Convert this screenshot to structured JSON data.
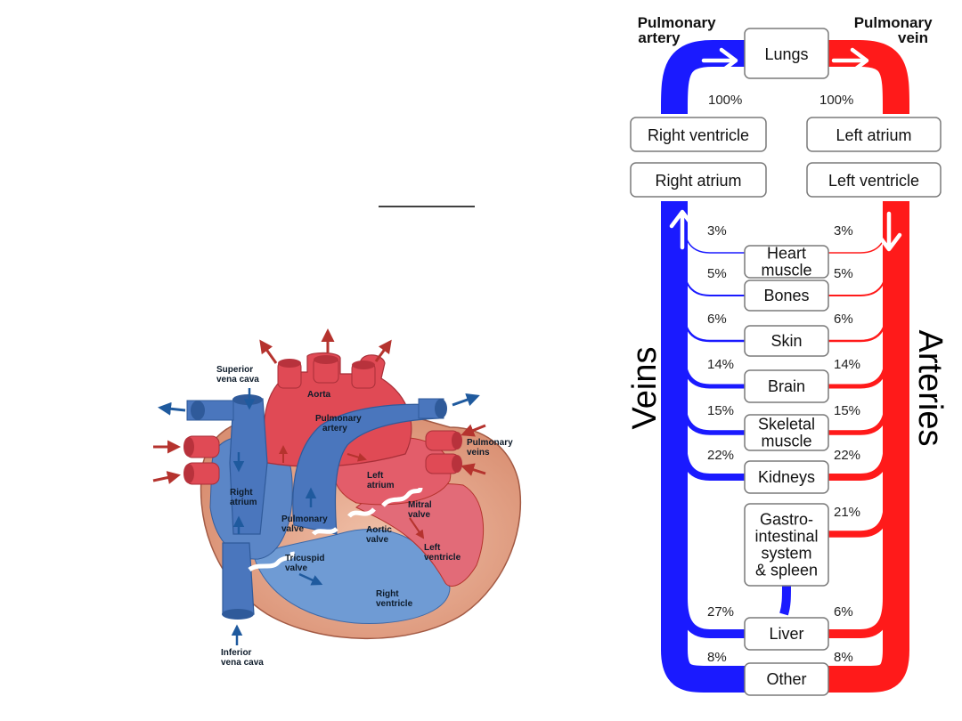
{
  "heart": {
    "labels": {
      "superior_vena_cava": [
        "Superior",
        "vena cava"
      ],
      "aorta": "Aorta",
      "pulmonary_artery": [
        "Pulmonary",
        "artery"
      ],
      "pulmonary_veins": [
        "Pulmonary",
        "veins"
      ],
      "left_atrium": [
        "Left",
        "atrium"
      ],
      "right_atrium": [
        "Right",
        "atrium"
      ],
      "mitral_valve": [
        "Mitral",
        "valve"
      ],
      "pulmonary_valve": [
        "Pulmonary",
        "valve"
      ],
      "aortic_valve": [
        "Aortic",
        "valve"
      ],
      "left_ventricle": [
        "Left",
        "ventricle"
      ],
      "tricuspid_valve": [
        "Tricuspid",
        "valve"
      ],
      "right_ventricle": [
        "Right",
        "ventricle"
      ],
      "inferior_vena_cava": [
        "Inferior",
        "vena cava"
      ]
    }
  },
  "circulation": {
    "top_left": [
      "Pulmonary",
      "artery"
    ],
    "top_right": [
      "Pulmonary",
      "vein"
    ],
    "left_side": "Veins",
    "right_side": "Arteries",
    "lungs": {
      "label": "Lungs",
      "vein_pct": "100%",
      "artery_pct": "100%"
    },
    "chambers": {
      "right_ventricle": "Right ventricle",
      "right_atrium": "Right atrium",
      "left_atrium": "Left atrium",
      "left_ventricle": "Left ventricle"
    },
    "organs": [
      {
        "label": [
          "Heart",
          "muscle"
        ],
        "vein_pct": "3%",
        "artery_pct": "3%",
        "weight": 1.5
      },
      {
        "label": [
          "Bones"
        ],
        "vein_pct": "5%",
        "artery_pct": "5%",
        "weight": 2
      },
      {
        "label": [
          "Skin"
        ],
        "vein_pct": "6%",
        "artery_pct": "6%",
        "weight": 2.5
      },
      {
        "label": [
          "Brain"
        ],
        "vein_pct": "14%",
        "artery_pct": "14%",
        "weight": 5
      },
      {
        "label": [
          "Skeletal",
          "muscle"
        ],
        "vein_pct": "15%",
        "artery_pct": "15%",
        "weight": 5.5
      },
      {
        "label": [
          "Kidneys"
        ],
        "vein_pct": "22%",
        "artery_pct": "22%",
        "weight": 8
      },
      {
        "label": [
          "Gastro-",
          "intestinal",
          "system",
          "& spleen"
        ],
        "vein_pct": "",
        "artery_pct": "21%",
        "weight": 7.5
      },
      {
        "label": [
          "Liver"
        ],
        "vein_pct": "27%",
        "artery_pct": "6%",
        "weight": 10
      },
      {
        "label": [
          "Other"
        ],
        "vein_pct": "8%",
        "artery_pct": "8%",
        "weight": 3
      }
    ],
    "colors": {
      "vein": "#1a1aff",
      "artery": "#ff1a1a"
    }
  }
}
